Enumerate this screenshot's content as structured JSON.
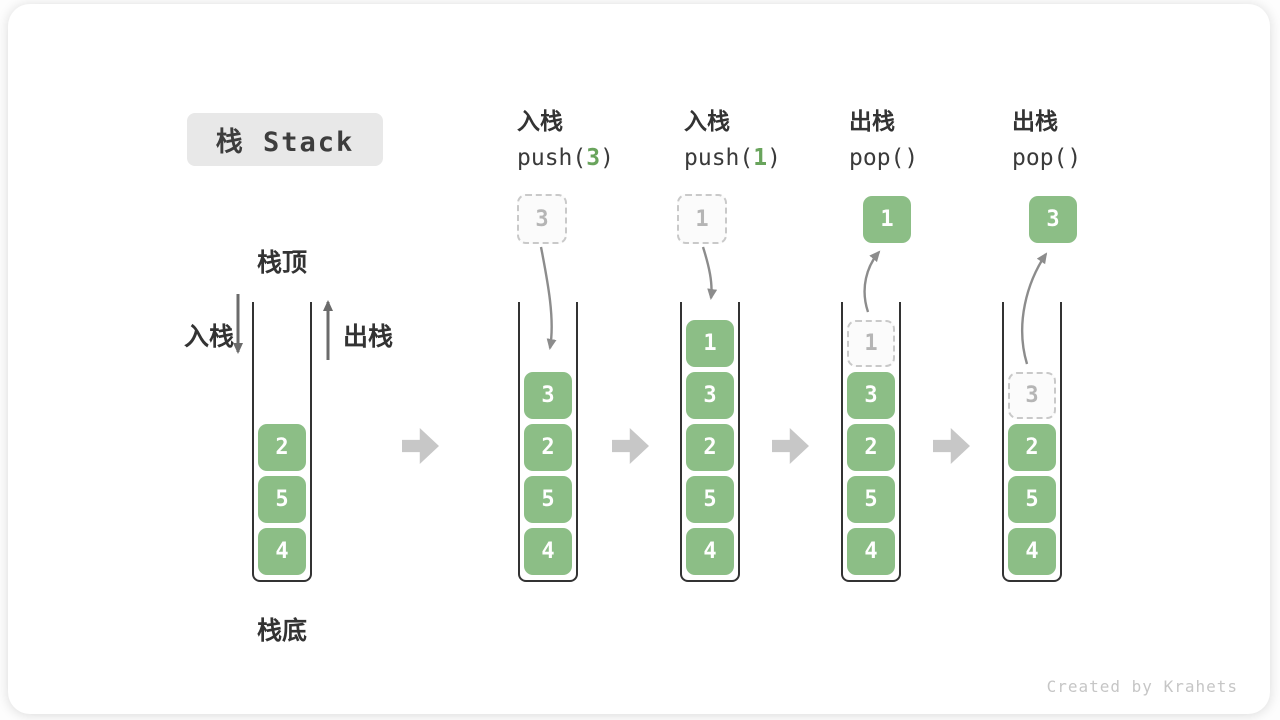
{
  "title": "栈 Stack",
  "watermark": "Created by Krahets",
  "colors": {
    "item_green": "#8CBE86",
    "code_arg_green": "#69A45C",
    "ghost_border_gray": "#C9C9C9",
    "container_wall": "#333333",
    "step_arrow_gray": "#C7C7C7"
  },
  "legend": {
    "top": "栈顶",
    "bottom": "栈底",
    "push": "入栈",
    "pop": "出栈"
  },
  "stacks": [
    {
      "name": "initial-stack",
      "items": [
        {
          "value": "2"
        },
        {
          "value": "5"
        },
        {
          "value": "4"
        }
      ]
    },
    {
      "name": "push-3",
      "header": {
        "op": "入栈",
        "code_pre": "push(",
        "code_arg": "3",
        "code_post": ")"
      },
      "floating": {
        "value": "3",
        "style": "ghost"
      },
      "items": [
        {
          "value": "3"
        },
        {
          "value": "2"
        },
        {
          "value": "5"
        },
        {
          "value": "4"
        }
      ]
    },
    {
      "name": "push-1",
      "header": {
        "op": "入栈",
        "code_pre": "push(",
        "code_arg": "1",
        "code_post": ")"
      },
      "floating": {
        "value": "1",
        "style": "ghost"
      },
      "items": [
        {
          "value": "1"
        },
        {
          "value": "3"
        },
        {
          "value": "2"
        },
        {
          "value": "5"
        },
        {
          "value": "4"
        }
      ]
    },
    {
      "name": "pop-1",
      "header": {
        "op": "出栈",
        "code_pre": "pop(",
        "code_arg": "",
        "code_post": ")"
      },
      "floating": {
        "value": "1",
        "style": "solid"
      },
      "items": [
        {
          "value": "1",
          "ghost": true
        },
        {
          "value": "3"
        },
        {
          "value": "2"
        },
        {
          "value": "5"
        },
        {
          "value": "4"
        }
      ]
    },
    {
      "name": "pop-3",
      "header": {
        "op": "出栈",
        "code_pre": "pop(",
        "code_arg": "",
        "code_post": ")"
      },
      "floating": {
        "value": "3",
        "style": "solid"
      },
      "items": [
        {
          "value": "3",
          "ghost": true
        },
        {
          "value": "2"
        },
        {
          "value": "5"
        },
        {
          "value": "4"
        }
      ]
    }
  ]
}
